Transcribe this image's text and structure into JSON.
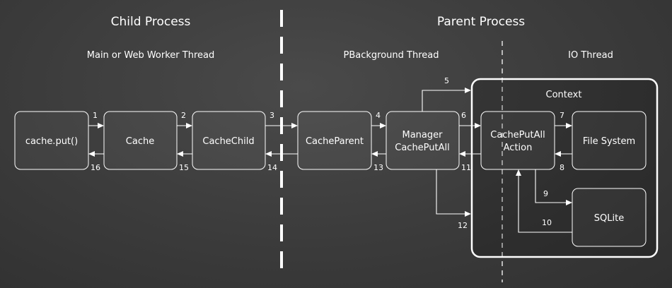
{
  "headings": {
    "child": "Child Process",
    "parent": "Parent Process"
  },
  "threads": {
    "main": "Main or Web Worker Thread",
    "background": "PBackground Thread",
    "io": "IO Thread"
  },
  "context_label": "Context",
  "boxes": {
    "cache_put": "cache.put()",
    "cache": "Cache",
    "cache_child": "CacheChild",
    "cache_parent": "CacheParent",
    "manager_line1": "Manager",
    "manager_line2": "CachePutAll",
    "action_line1": "CachePutAll",
    "action_line2": "Action",
    "file_system": "File System",
    "sqlite": "SQLite"
  },
  "steps": {
    "s1": "1",
    "s2": "2",
    "s3": "3",
    "s4": "4",
    "s5": "5",
    "s6": "6",
    "s7": "7",
    "s8": "8",
    "s9": "9",
    "s10": "10",
    "s11": "11",
    "s12": "12",
    "s13": "13",
    "s14": "14",
    "s15": "15",
    "s16": "16"
  }
}
